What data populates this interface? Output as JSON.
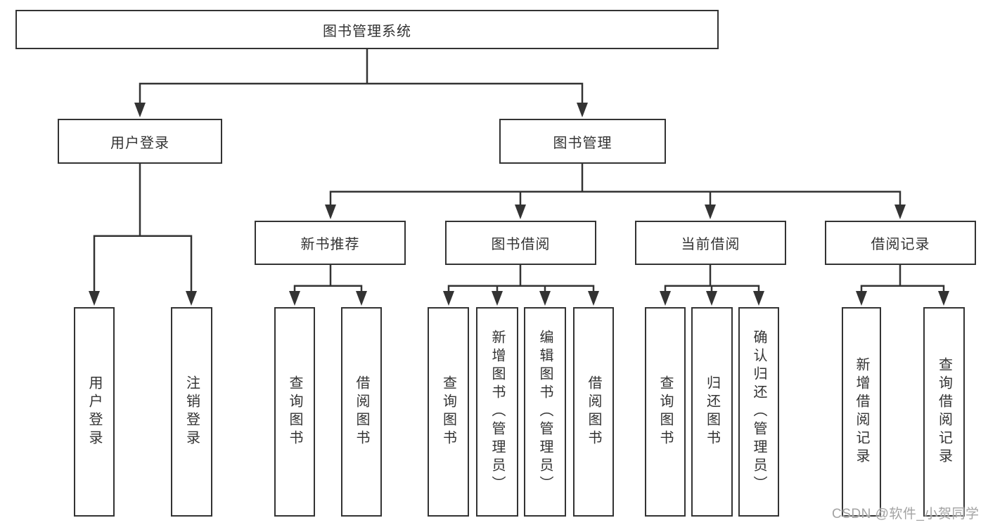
{
  "tree": {
    "root": "图书管理系统",
    "branches": [
      {
        "label": "用户登录",
        "leaves": [
          "用户登录",
          "注销登录"
        ]
      },
      {
        "label": "图书管理",
        "modules": [
          {
            "label": "新书推荐",
            "leaves": [
              "查询图书",
              "借阅图书"
            ]
          },
          {
            "label": "图书借阅",
            "leaves": [
              "查询图书",
              "新增图书（管理员）",
              "编辑图书（管理员）",
              "借阅图书"
            ]
          },
          {
            "label": "当前借阅",
            "leaves": [
              "查询图书",
              "归还图书",
              "确认归还（管理员）"
            ]
          },
          {
            "label": "借阅记录",
            "leaves": [
              "新增借阅记录",
              "查询借阅记录"
            ]
          }
        ]
      }
    ]
  },
  "watermark": "CSDN @软件_小贺同学",
  "colors": {
    "line": "#333333",
    "box_background": "#ffffff",
    "watermark_gray": "#a3a3a3"
  }
}
